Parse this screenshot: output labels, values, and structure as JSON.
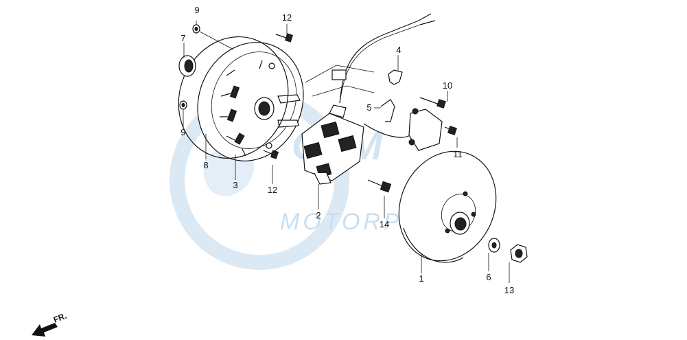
{
  "watermark": {
    "logo_text": "OEM",
    "subtitle": "MOTORPARTS"
  },
  "direction_label": "FR.",
  "parts": [
    {
      "ref": "1"
    },
    {
      "ref": "2"
    },
    {
      "ref": "3"
    },
    {
      "ref": "4"
    },
    {
      "ref": "5"
    },
    {
      "ref": "6"
    },
    {
      "ref": "7"
    },
    {
      "ref": "8"
    },
    {
      "ref": "9"
    },
    {
      "ref": "9"
    },
    {
      "ref": "10"
    },
    {
      "ref": "11"
    },
    {
      "ref": "12"
    },
    {
      "ref": "12"
    },
    {
      "ref": "13"
    },
    {
      "ref": "14"
    }
  ],
  "colors": {
    "line": "#111111",
    "watermark": "#c9dff0"
  }
}
